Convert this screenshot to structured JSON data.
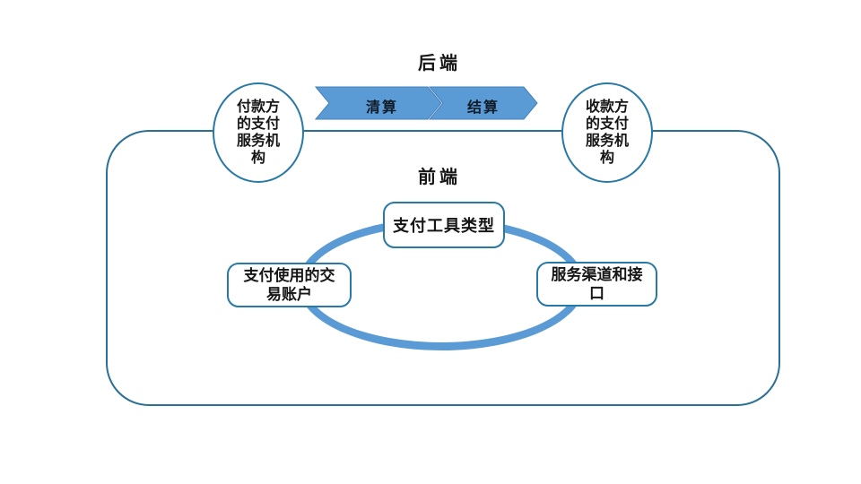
{
  "diagram": {
    "backend_label": "后端",
    "frontend_label": "前端",
    "payer_circle_text": "付款方的支付服务机构",
    "payee_circle_text": "收款方的支付服务机构",
    "arrows": [
      {
        "label": "清算"
      },
      {
        "label": "结算"
      }
    ],
    "front_end_items": {
      "top": "支付工具类型",
      "left": "支付使用的交易账户",
      "right": "服务渠道和接口"
    },
    "colors": {
      "accent": "#5b9bd5",
      "arrow_border": "#4480ba",
      "shape_border": "#2879a5",
      "outer_border": "#2a6f96",
      "text": "#161616"
    }
  }
}
